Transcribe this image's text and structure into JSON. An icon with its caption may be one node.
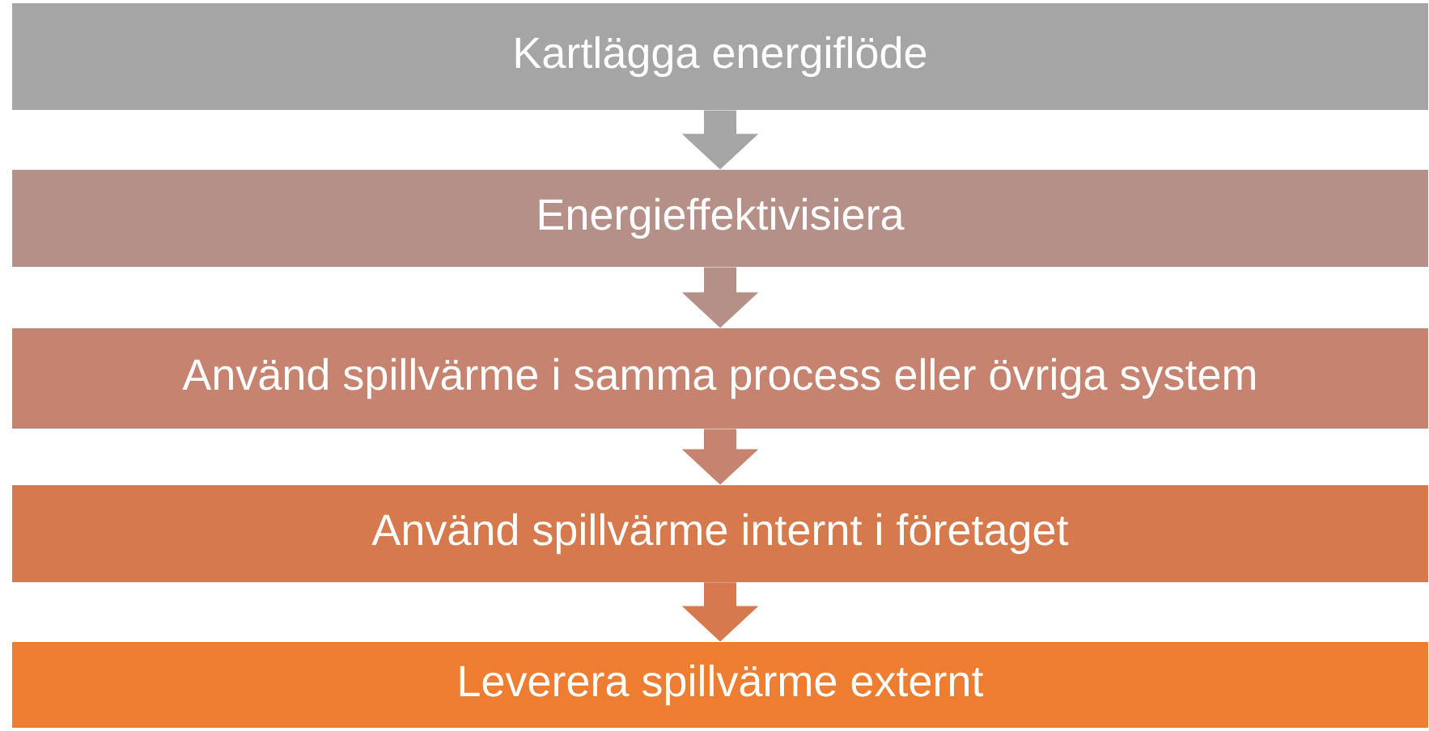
{
  "diagram": {
    "nodes": [
      {
        "text": [
          "Kartlägga energiflöde"
        ]
      },
      {
        "text": [
          "Energieffektivisiera"
        ]
      },
      {
        "text": [
          "Använd spillvärme i samma process eller övriga system"
        ]
      },
      {
        "text": [
          "Använd spillvärme internt i företaget"
        ]
      },
      {
        "text": [
          "Leverera spillvärme externt"
        ]
      }
    ],
    "edges": [
      {
        "from": 0,
        "to": 1,
        "arrow": "to"
      },
      {
        "from": 1,
        "to": 2,
        "arrow": "to"
      },
      {
        "from": 2,
        "to": 3,
        "arrow": "to"
      },
      {
        "from": 3,
        "to": 4,
        "arrow": "to"
      }
    ]
  }
}
